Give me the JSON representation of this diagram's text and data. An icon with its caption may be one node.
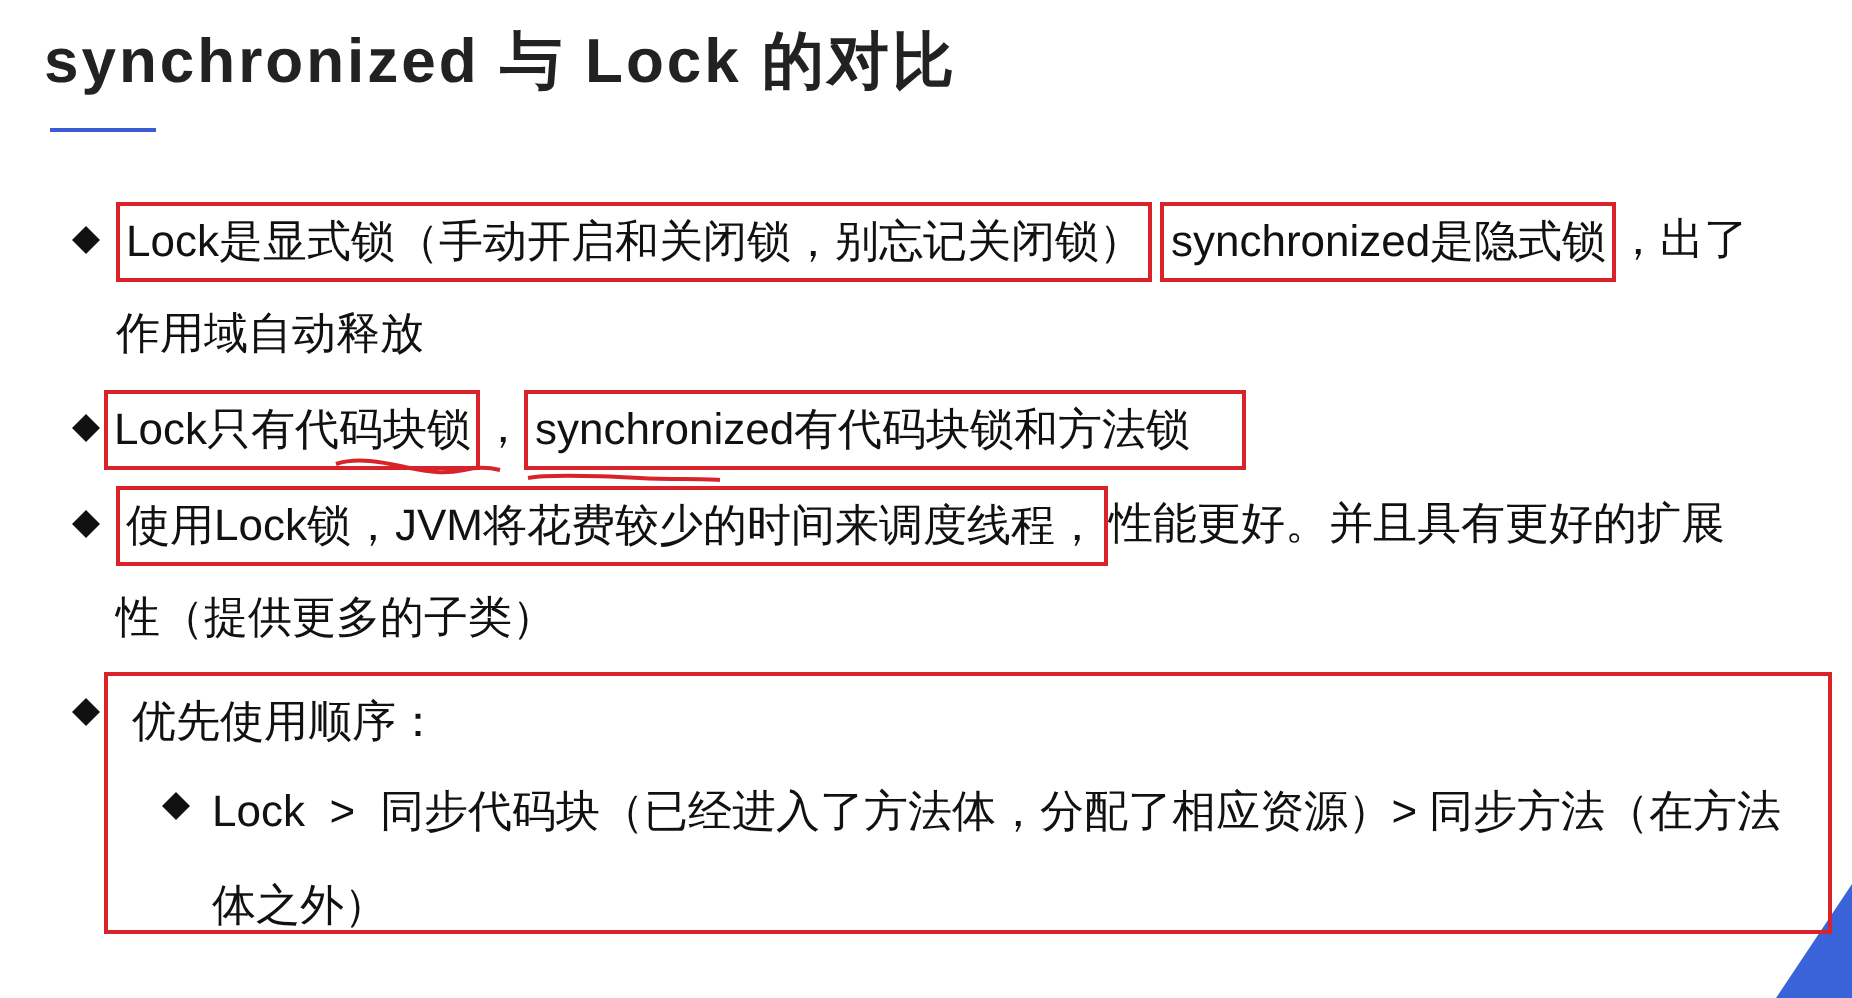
{
  "diagram": {
    "title": "synchronized 与 Lock 的对比",
    "nodes": [
      {
        "text": [
          "Lock是显式锁（手动开启和关闭锁，别忘记关闭锁）"
        ]
      },
      {
        "text": [
          "synchronized是隐式锁"
        ]
      },
      {
        "text": [
          "Lock只有代码块锁"
        ]
      },
      {
        "text": [
          "synchronized有代码块锁和方法锁"
        ]
      },
      {
        "text": [
          "使用Lock锁，JVM将花费较少的时间来调度线程，"
        ]
      },
      {
        "text": [
          "优先使用顺序：",
          "Lock  >  同步代码块（已经进入了方法体，分配了相应资源）> 同步方法（在方法体之外）"
        ]
      }
    ],
    "labels": [
      "，出了作用域自动释放",
      "，",
      "性能更好。并且具有更好的扩展性（提供更多的子类）"
    ]
  }
}
